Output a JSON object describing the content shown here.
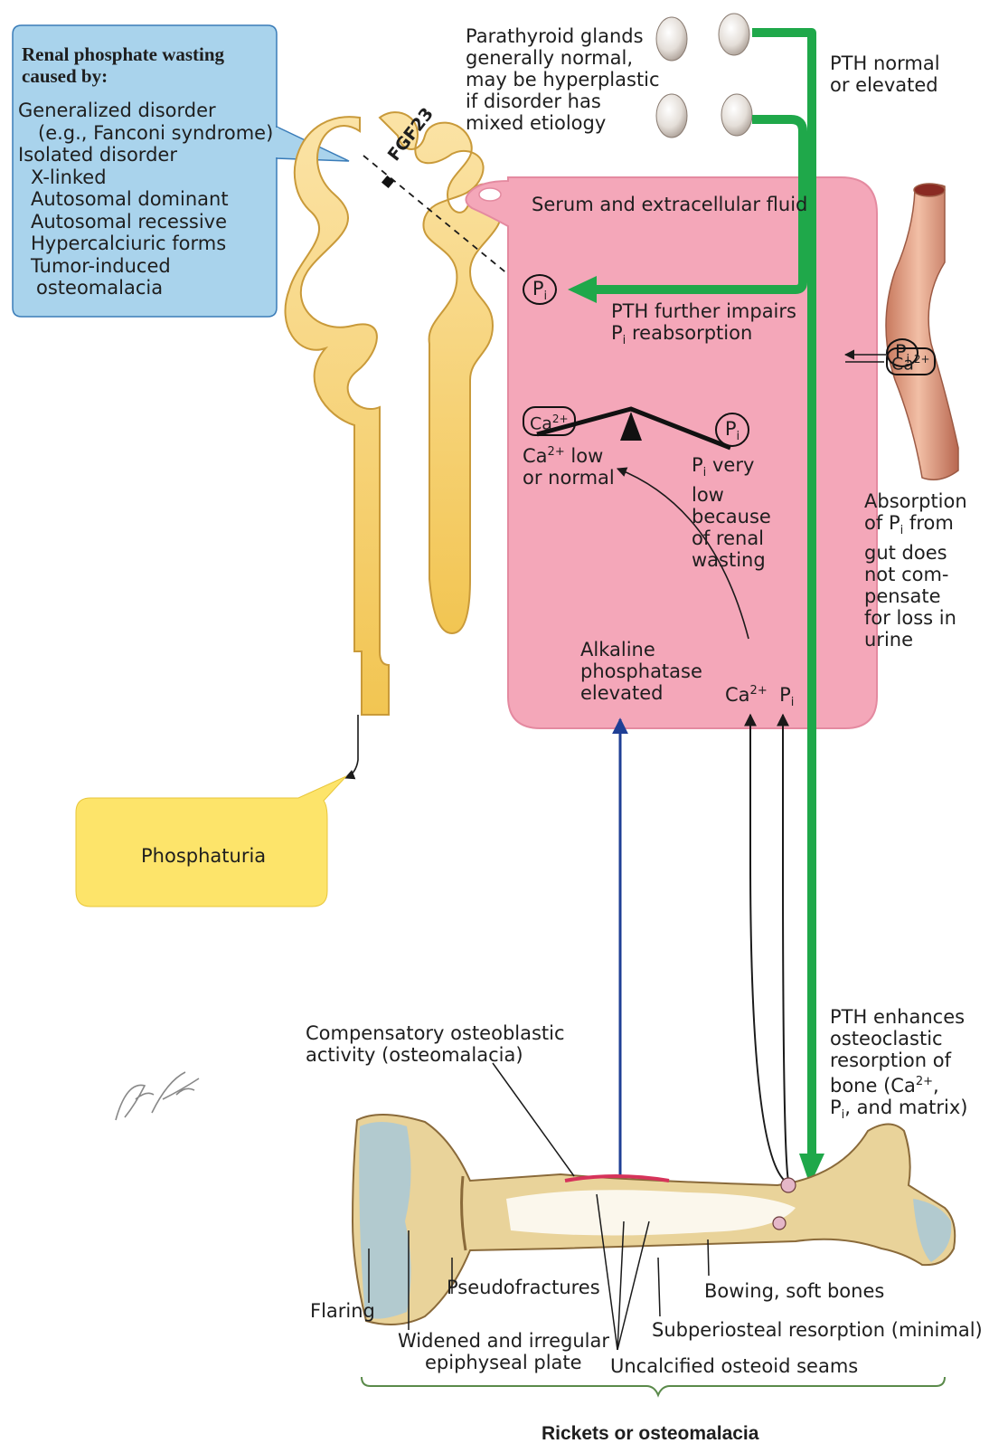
{
  "callout": {
    "title": "Renal phosphate wasting caused by:",
    "lines": [
      "Generalized disorder",
      "(e.g., Fanconi syndrome)",
      "Isolated disorder",
      "X-linked",
      "Autosomal dominant",
      "Autosomal recessive",
      "Hypercalciuric forms",
      "Tumor-induced",
      "osteomalacia"
    ]
  },
  "labels": {
    "fgf23": "FGF23",
    "parathyroid": [
      "Parathyroid glands",
      "generally normal,",
      "may be hyperplastic",
      "if disorder has",
      "mixed etiology"
    ],
    "pth_normal": [
      "PTH normal",
      "or elevated"
    ],
    "serum": "Serum and extracellular fluid",
    "pi_badge": "P",
    "pi_sub": "i",
    "pth_impairs": [
      "PTH further impairs",
      "reabsorption"
    ],
    "ca_badge": "Ca",
    "ca_sup": "2+",
    "ca_low": [
      "low",
      "or normal"
    ],
    "pi_very_low": [
      "very",
      "low",
      "because",
      "of renal",
      "wasting"
    ],
    "absorption": [
      "Absorption",
      "of",
      "from",
      "gut does",
      "not com-",
      "pensate",
      "for loss in",
      "urine"
    ],
    "alk_phos": [
      "Alkaline",
      "phosphatase",
      "elevated"
    ],
    "phosphaturia": "Phosphaturia",
    "pth_enhances": [
      "PTH enhances",
      "osteoclastic",
      "resorption of",
      "bone (Ca",
      "2+",
      ",",
      ", and matrix)"
    ],
    "compensatory": [
      "Compensatory osteoblastic",
      "activity (osteomalacia)"
    ],
    "flaring": "Flaring",
    "widened": [
      "Widened and irregular",
      "epiphyseal plate"
    ],
    "pseudofractures": "Pseudofractures",
    "bowing": "Bowing, soft bones",
    "subperiosteal": "Subperiosteal resorption (minimal)",
    "uncalcified": "Uncalcified osteoid seams",
    "footer": "Rickets or osteomalacia",
    "signature": "F. Netter M.D."
  },
  "colors": {
    "callout_fill": "#a9d3ec",
    "serum_fill": "#f4a7b9",
    "pth_arrow": "#1fa84a",
    "alk_arrow": "#1f3f95",
    "phosphaturia_fill": "#fde46a",
    "kidney_fill": "#f9d680",
    "bone_fill": "#e9d39a",
    "bracket": "#5a8a4a"
  }
}
